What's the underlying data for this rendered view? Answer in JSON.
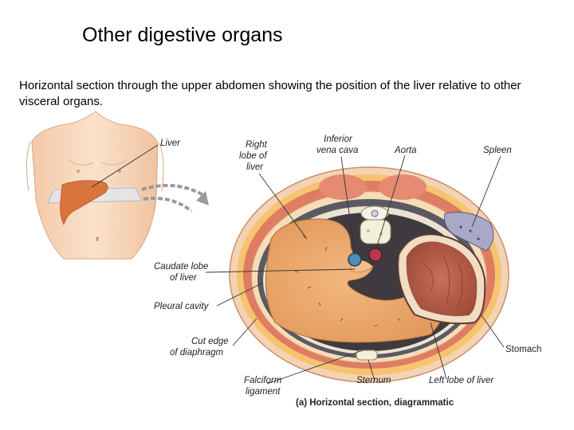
{
  "slide": {
    "title": "Other digestive organs",
    "caption": "Horizontal section through the upper abdomen showing the position of the liver relative to other visceral organs."
  },
  "figure": {
    "labels": {
      "liver": "Liver",
      "right_lobe_1": "Right",
      "right_lobe_2": "lobe of",
      "right_lobe_3": "liver",
      "ivc_1": "Inferior",
      "ivc_2": "vena cava",
      "aorta": "Aorta",
      "spleen": "Spleen",
      "caudate_1": "Caudate lobe",
      "caudate_2": "of liver",
      "pleural": "Pleural cavity",
      "cut_edge_1": "Cut edge",
      "cut_edge_2": "of diaphragm",
      "falciform_1": "Falciform",
      "falciform_2": "ligament",
      "sternum": "Sternum",
      "left_lobe": "Left lobe of liver",
      "stomach": "Stomach",
      "panel": "(a) Horizontal section, diagrammatic"
    }
  }
}
